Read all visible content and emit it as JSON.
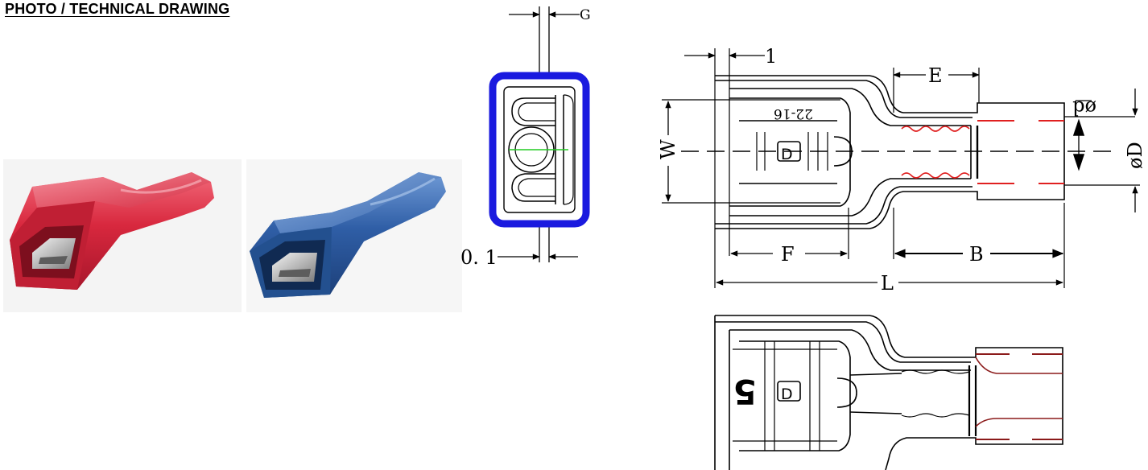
{
  "heading": "PHOTO / TECHNICAL DRAWING",
  "cross_section": {
    "label_g": "G",
    "label_thickness": "0. 1"
  },
  "side_view": {
    "label_1": "1",
    "label_e": "E",
    "label_w": "W",
    "label_d_small": "ød",
    "label_d_large": "øD",
    "label_f": "F",
    "label_b": "B",
    "label_l": "L",
    "marking_gauge": "22-16",
    "marking_letter": "D"
  },
  "bottom_view": {
    "marking_num": "5",
    "marking_letter": "D"
  },
  "colors": {
    "red_terminal": "#d0273c",
    "blue_terminal": "#2a5aa0",
    "blue_outline": "#1a1adf",
    "accent_red": "#e02020",
    "accent_darkred": "#8b1a1a",
    "green": "#22cc22"
  }
}
